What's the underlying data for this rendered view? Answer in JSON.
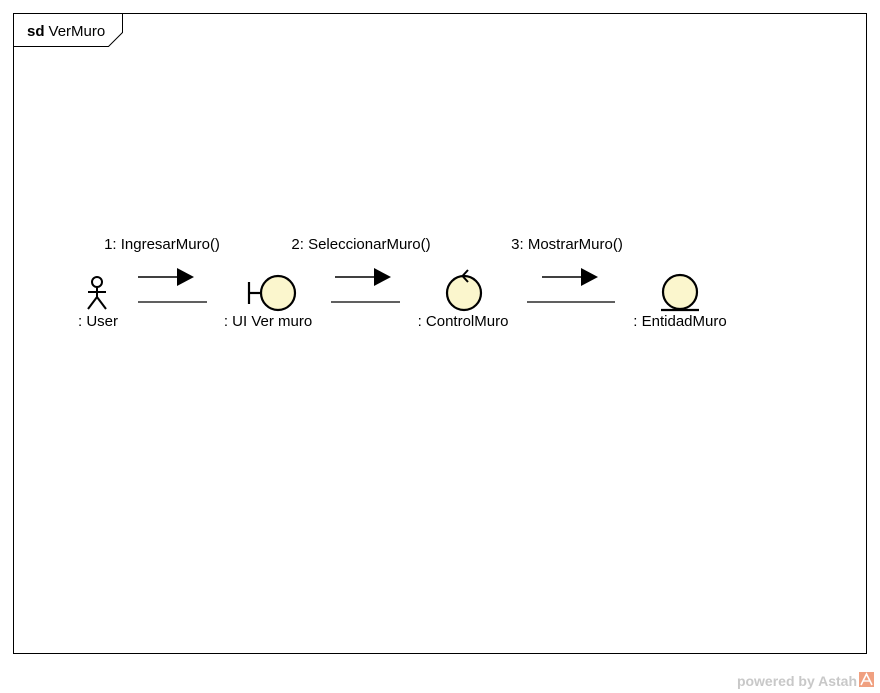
{
  "frame": {
    "keyword": "sd",
    "name": "VerMuro"
  },
  "participants": [
    {
      "label": ": User",
      "kind": "actor"
    },
    {
      "label": ": UI Ver muro",
      "kind": "boundary"
    },
    {
      "label": ": ControlMuro",
      "kind": "control"
    },
    {
      "label": ": EntidadMuro",
      "kind": "entity"
    }
  ],
  "messages": [
    {
      "label": "1: IngresarMuro()"
    },
    {
      "label": "2: SeleccionarMuro()"
    },
    {
      "label": "3: MostrarMuro()"
    }
  ],
  "colors": {
    "participant_fill": "#fbf6cd",
    "stroke": "#000000",
    "watermark": "#c8c8c8",
    "watermark_logo": "#f0a080"
  },
  "watermark": {
    "text": "powered by Astah"
  }
}
